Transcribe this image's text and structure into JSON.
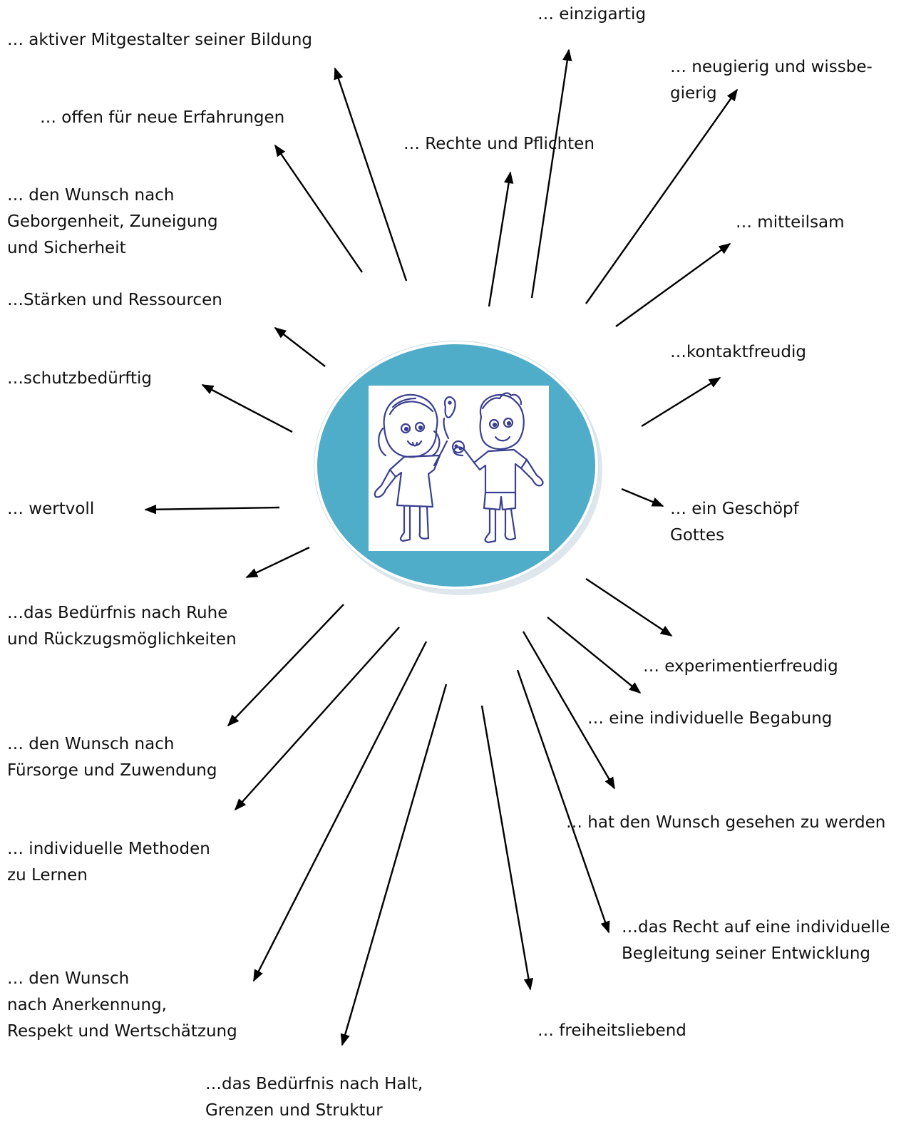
{
  "labels": [
    {
      "id": "aktiv",
      "lines": [
        "… aktiver Mitgestalter seiner Bildung"
      ]
    },
    {
      "id": "einzig",
      "lines": [
        "… einzigartig"
      ]
    },
    {
      "id": "neugierig",
      "lines": [
        "… neugierig und wissbe-",
        "gierig"
      ]
    },
    {
      "id": "offen",
      "lines": [
        "… offen für neue Erfahrungen"
      ]
    },
    {
      "id": "rechte",
      "lines": [
        "… Rechte und Pflichten"
      ]
    },
    {
      "id": "geborgen",
      "lines": [
        "… den Wunsch nach",
        "Geborgenheit, Zuneigung",
        "und Sicherheit"
      ]
    },
    {
      "id": "mitteil",
      "lines": [
        "… mitteilsam"
      ]
    },
    {
      "id": "staerken",
      "lines": [
        "…Stärken und Ressourcen"
      ]
    },
    {
      "id": "kontakt",
      "lines": [
        "…kontaktfreudig"
      ]
    },
    {
      "id": "schutz",
      "lines": [
        "…schutzbedürftig"
      ]
    },
    {
      "id": "wertvoll",
      "lines": [
        "… wertvoll"
      ]
    },
    {
      "id": "geschoepf",
      "lines": [
        "… ein Geschöpf",
        "Gottes"
      ]
    },
    {
      "id": "ruhe",
      "lines": [
        "…das Bedürfnis nach Ruhe",
        "und Rückzugsmöglichkeiten"
      ]
    },
    {
      "id": "experiment",
      "lines": [
        "… experimentierfreudig"
      ]
    },
    {
      "id": "begabung",
      "lines": [
        "… eine individuelle Begabung"
      ]
    },
    {
      "id": "fuersorge",
      "lines": [
        "… den Wunsch nach",
        "Fürsorge und Zuwendung"
      ]
    },
    {
      "id": "gesehen",
      "lines": [
        "… hat den Wunsch gesehen zu werden"
      ]
    },
    {
      "id": "methoden",
      "lines": [
        "… individuelle Methoden",
        "zu Lernen"
      ]
    },
    {
      "id": "begleitung",
      "lines": [
        "…das Recht auf eine individuelle",
        "Begleitung seiner Entwicklung"
      ]
    },
    {
      "id": "anerkennung",
      "lines": [
        "… den Wunsch",
        "nach Anerkennung,",
        "Respekt und Wertschätzung"
      ]
    },
    {
      "id": "freiheit",
      "lines": [
        "… freiheitsliebend"
      ]
    },
    {
      "id": "halt",
      "lines": [
        "…das Bedürfnis nach Halt,",
        "Grenzen und Struktur"
      ]
    }
  ],
  "colors": {
    "hub_fill": "#4fadc9",
    "arrow": "#000000",
    "drawing_stroke": "#3a3f8f",
    "text": "#111111"
  },
  "center_image": {
    "icon": "two-children-drawing-icon"
  }
}
